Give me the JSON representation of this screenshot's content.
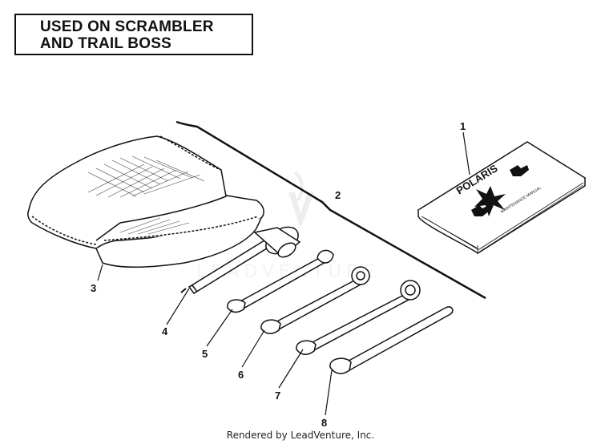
{
  "title": {
    "line1": "USED ON SCRAMBLER",
    "line2": "AND TRAIL BOSS"
  },
  "callouts": [
    "1",
    "2",
    "3",
    "4",
    "5",
    "6",
    "7",
    "8"
  ],
  "book_text": {
    "brand": "POLARIS",
    "manual": "MAINTENANCE MANUAL"
  },
  "watermark": "LEADVENTURE",
  "footer": "Rendered by LeadVenture, Inc."
}
